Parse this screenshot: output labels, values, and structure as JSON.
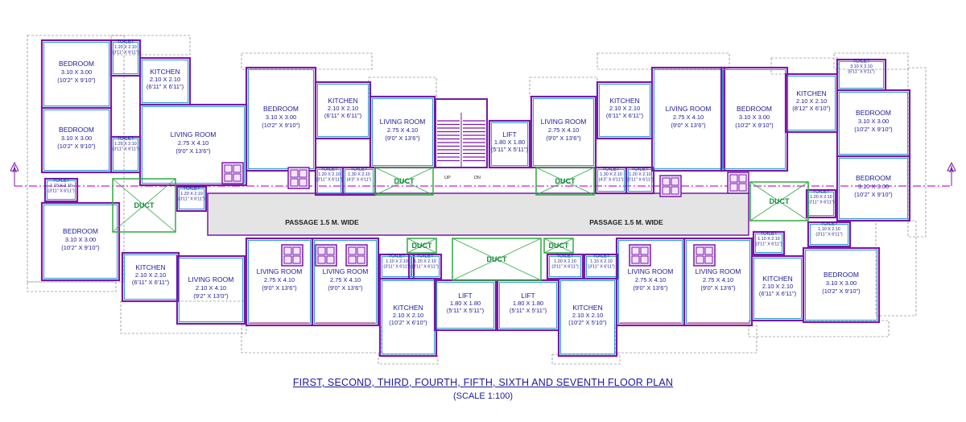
{
  "caption": {
    "title": "FIRST, SECOND, THIRD, FOURTH, FIFTH, SIXTH AND SEVENTH FLOOR PLAN",
    "scale": "(SCALE 1:100)"
  },
  "section_marker": "A",
  "passage_label": "PASSAGE 1.5 M. WIDE",
  "stair": {
    "up": "UP",
    "down": "DN"
  },
  "duct_label": "DUCT",
  "colors": {
    "wall": "#7a18a8",
    "inner": "#2b9fd0",
    "duct": "#2faa44",
    "text": "#1a1a9a",
    "passage": "#e4e4e4"
  },
  "rooms": [
    {
      "id": "bed-tl1",
      "name": "BEDROOM",
      "size": "3.10 X 3.00",
      "imperial": "(10'2\" X 9'10\")"
    },
    {
      "id": "bed-tl2",
      "name": "BEDROOM",
      "size": "3.10 X 3.00",
      "imperial": "(10'2\" X 9'10\")"
    },
    {
      "id": "bed-l3",
      "name": "BEDROOM",
      "size": "3.10 X 3.00",
      "imperial": "(10'2\" X 9'10\")"
    },
    {
      "id": "toilet-a",
      "name": "TOILET",
      "size": "1.20 X 2.10",
      "imperial": "(3'11\" X 6'11\")"
    },
    {
      "id": "toilet-b",
      "name": "TOILET",
      "size": "1.20 X 2.10",
      "imperial": "(3'11\" X 6'11\")"
    },
    {
      "id": "kit-a",
      "name": "KITCHEN",
      "size": "2.10 X 2.10",
      "imperial": "(6'11\" X 6'11\")"
    },
    {
      "id": "liv-a",
      "name": "LIVING ROOM",
      "size": "2.75 X 4.10",
      "imperial": "(9'0\" X 13'6\")"
    },
    {
      "id": "toilet-c",
      "name": "TOILET",
      "size": "1.10 X 2.10",
      "imperial": "(3'11\" X 6'11\")"
    },
    {
      "id": "toilet-d",
      "name": "TOILET",
      "size": "1.20 X 2.10",
      "imperial": "(3'11\" X 6'11\")"
    },
    {
      "id": "bed-b",
      "name": "BEDROOM",
      "size": "3.10 X 3.00",
      "imperial": "(10'2\" X 9'10\")"
    },
    {
      "id": "kit-b",
      "name": "KITCHEN",
      "size": "2.10 X 2.10",
      "imperial": "(6'11\" X 6'11\")"
    },
    {
      "id": "liv-b",
      "name": "LIVING ROOM",
      "size": "2.75 X 4.10",
      "imperial": "(9'0\" X 13'6\")"
    },
    {
      "id": "toilet-e",
      "name": "TOILET",
      "size": "1.20 X 2.10",
      "imperial": "(3'11\" X 6'11\")"
    },
    {
      "id": "toilet-f",
      "name": "TOILET",
      "size": "1.30 X 2.10",
      "imperial": "(4'3\" X 6'11\")"
    },
    {
      "id": "lift-top",
      "name": "LIFT",
      "size": "1.80 X 1.80",
      "imperial": "(5'11\" X 5'11\")"
    },
    {
      "id": "liv-c",
      "name": "LIVING ROOM",
      "size": "2.75 X 4.10",
      "imperial": "(9'0\" X 13'6\")"
    },
    {
      "id": "kit-c",
      "name": "KITCHEN",
      "size": "2.10 X 2.10",
      "imperial": "(6'11\" X 6'11\")"
    },
    {
      "id": "toilet-g",
      "name": "TOILET",
      "size": "1.30 X 2.10",
      "imperial": "(4'3\" X 6'11\")"
    },
    {
      "id": "toilet-h",
      "name": "TOILET",
      "size": "1.20 X 2.10",
      "imperial": "(3'11\" X 6'11\")"
    },
    {
      "id": "liv-d",
      "name": "LIVING ROOM",
      "size": "2.75 X 4.10",
      "imperial": "(9'0\" X 13'6\")"
    },
    {
      "id": "bed-c",
      "name": "BEDROOM",
      "size": "3.10 X 3.00",
      "imperial": "(10'2\" X 9'10\")"
    },
    {
      "id": "kit-d",
      "name": "KITCHEN",
      "size": "2.10 X 2.10",
      "imperial": "(8'12\" X 6'10\")"
    },
    {
      "id": "toilet-i",
      "name": "TOILET",
      "size": "3.10 X 2.10",
      "imperial": "(5'11\" X 6'11\")"
    },
    {
      "id": "bed-r1",
      "name": "BEDROOM",
      "size": "3.10 X 3.00",
      "imperial": "(10'2\" X 9'10\")"
    },
    {
      "id": "bed-r2",
      "name": "BEDROOM",
      "size": "3.10 X 3.00",
      "imperial": "(10'2\" X 9'10\")"
    },
    {
      "id": "toilet-j",
      "name": "TOILET",
      "size": "1.20 X 2.10",
      "imperial": "(3'11\" X 6'11\")"
    },
    {
      "id": "toilet-k",
      "name": "TOILET",
      "size": "1.10 X 2.10",
      "imperial": "(3'11\" X 6'11\")"
    },
    {
      "id": "kit-e",
      "name": "KITCHEN",
      "size": "2.10 X 2.10",
      "imperial": "(6'11\" X 6'11\")"
    },
    {
      "id": "liv-e",
      "name": "LIVING ROOM",
      "size": "2.10 X 4.10",
      "imperial": "(9'2\" X 13'0\")"
    },
    {
      "id": "liv-f",
      "name": "LIVING ROOM",
      "size": "2.75 X 4.10",
      "imperial": "(9'0\" X 13'6\")"
    },
    {
      "id": "liv-g",
      "name": "LIVING ROOM",
      "size": "2.75 X 4.10",
      "imperial": "(9'0\" X 13'6\")"
    },
    {
      "id": "toilet-l",
      "name": "TOILET",
      "size": "1.10 X 2.10",
      "imperial": "(3'11\" X 6'11\")"
    },
    {
      "id": "toilet-m",
      "name": "TOILET",
      "size": "1.20 X 2.10",
      "imperial": "(3'11\" X 6'11\")"
    },
    {
      "id": "kit-f",
      "name": "KITCHEN",
      "size": "2.10 X 2.10",
      "imperial": "(10'2\" X 6'10\")"
    },
    {
      "id": "lift-b1",
      "name": "LIFT",
      "size": "1.80 X 1.80",
      "imperial": "(5'11\" X 5'11\")"
    },
    {
      "id": "lift-b2",
      "name": "LIFT",
      "size": "1.80 X 1.80",
      "imperial": "(5'11\" X 5'11\")"
    },
    {
      "id": "kit-g",
      "name": "KITCHEN",
      "size": "2.10 X 2.10",
      "imperial": "(10'2\" X 5'10\")"
    },
    {
      "id": "toilet-n",
      "name": "TOILET",
      "size": "1.20 X 2.10",
      "imperial": "(3'11\" X 6'11\")"
    },
    {
      "id": "toilet-o",
      "name": "TOILET",
      "size": "1.10 X 2.10",
      "imperial": "(3'11\" X 6'11\")"
    },
    {
      "id": "liv-h",
      "name": "LIVING ROOM",
      "size": "2.75 X 4.10",
      "imperial": "(9'0\" X 13'6\")"
    },
    {
      "id": "liv-i",
      "name": "LIVING ROOM",
      "size": "2.75 X 4.10",
      "imperial": "(9'0\" X 13'6\")"
    },
    {
      "id": "toilet-p",
      "name": "TOILET",
      "size": "1.10 X 2.10",
      "imperial": "(3'11\" X 6'11\")"
    },
    {
      "id": "kit-h",
      "name": "KITCHEN",
      "size": "2.10 X 2.10",
      "imperial": "(6'11\" X 6'11\")"
    },
    {
      "id": "toilet-q",
      "name": "TOILET",
      "size": "1.10 X 2.10",
      "imperial": "(3'11\" X 6'11\")"
    },
    {
      "id": "bed-r3",
      "name": "BEDROOM",
      "size": "3.10 X 3.00",
      "imperial": "(10'2\" X 9'10\")"
    }
  ]
}
